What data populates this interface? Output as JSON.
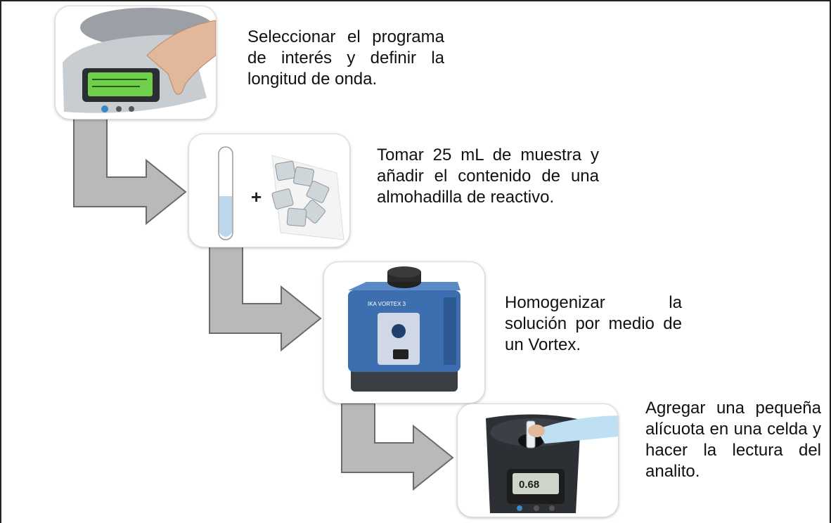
{
  "steps": [
    {
      "text": "Seleccionar el programa de interés y definir la longitud de onda.",
      "image": "spectrophotometer-touch-image"
    },
    {
      "text": "Tomar 25 mL de muestra y añadir el contenido de una almohadilla de reactivo.",
      "image": "test-tube-and-reagent-pillows-image",
      "plus": "+"
    },
    {
      "text": "Homogenizar la solución por medio de un Vortex.",
      "image": "vortex-mixer-image",
      "device_label": "IKA VORTEX 3"
    },
    {
      "text": "Agregar una pequeña alícuota en una celda y hacer la lectura del analito.",
      "image": "colorimeter-reading-image",
      "display_value": "0.68"
    }
  ],
  "colors": {
    "arrow_fill": "#b9b9b9",
    "arrow_stroke": "#6b6b6b",
    "liquid": "#bcd6ec",
    "vortex_body": "#3d6fb0",
    "screen": "#6fcf4a"
  }
}
